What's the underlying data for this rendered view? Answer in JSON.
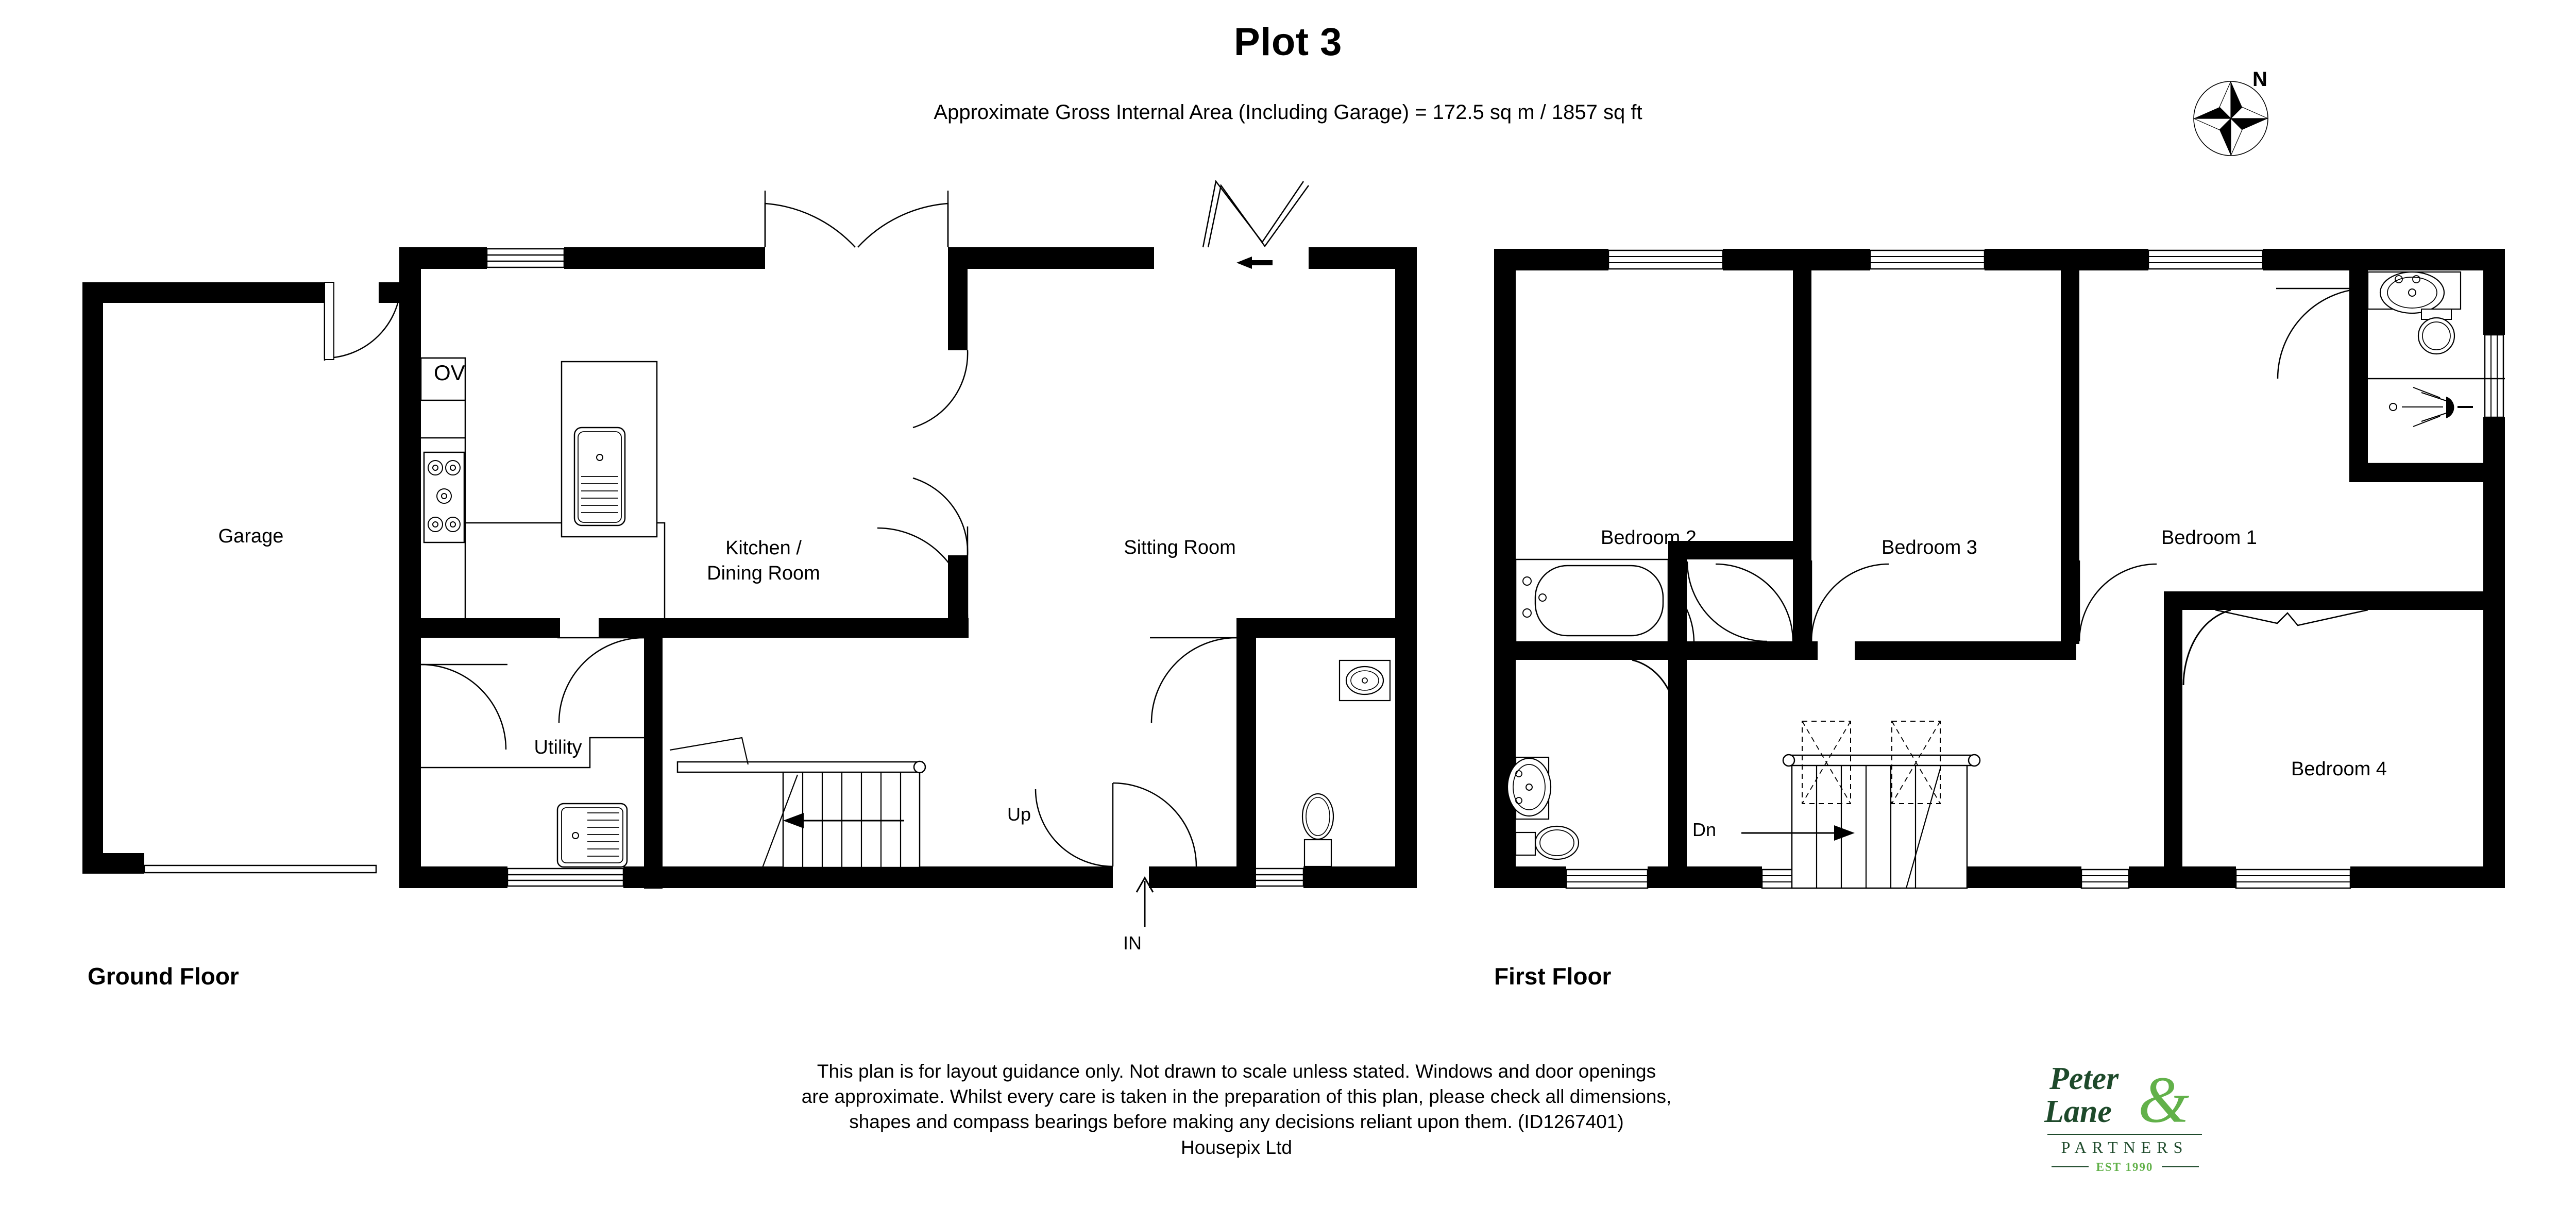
{
  "header": {
    "title": "Plot 3",
    "subtitle": "Approximate Gross Internal Area (Including Garage) = 172.5 sq m / 1857 sq ft"
  },
  "compass": {
    "north_label": "N",
    "icon": "compass-rose-icon"
  },
  "floors": [
    {
      "caption": "Ground Floor",
      "rooms": [
        {
          "name": "Garage",
          "label": "Garage"
        },
        {
          "name": "kitchen-dining-room",
          "label_line1": "Kitchen /",
          "label_line2": "Dining Room"
        },
        {
          "name": "sitting-room",
          "label": "Sitting Room"
        },
        {
          "name": "utility",
          "label": "Utility"
        }
      ],
      "annotations": [
        {
          "name": "oven-label",
          "label": "OV"
        },
        {
          "name": "stairs-up-label",
          "label": "Up"
        },
        {
          "name": "entrance-label",
          "label": "IN"
        }
      ]
    },
    {
      "caption": "First Floor",
      "rooms": [
        {
          "name": "bedroom-2",
          "label": "Bedroom 2"
        },
        {
          "name": "bedroom-3",
          "label": "Bedroom 3"
        },
        {
          "name": "bedroom-1",
          "label": "Bedroom 1"
        },
        {
          "name": "bedroom-4",
          "label": "Bedroom 4"
        }
      ],
      "annotations": [
        {
          "name": "stairs-down-label",
          "label": "Dn"
        }
      ]
    }
  ],
  "footer": {
    "disclaimer_lines": [
      "This plan is for layout guidance only. Not drawn to scale unless stated. Windows and door openings",
      "are approximate. Whilst every care is taken in the preparation of this plan, please check all dimensions,",
      "shapes and compass bearings before making any decisions reliant upon them. (ID1267401)",
      "Housepix Ltd"
    ]
  },
  "logo": {
    "line1": "Peter",
    "ampersand": "&",
    "line2": "Lane",
    "partners": "PARTNERS",
    "est": "EST 1990",
    "dark_green": "#1e4a2b",
    "light_green": "#62b14a"
  },
  "plan_labels": {
    "garage": "Garage",
    "kitchen_l1": "Kitchen /",
    "kitchen_l2": "Dining Room",
    "sitting_room": "Sitting Room",
    "utility": "Utility",
    "oven": "OV",
    "up": "Up",
    "in": "IN",
    "bedroom_2": "Bedroom 2",
    "bedroom_3": "Bedroom 3",
    "bedroom_1": "Bedroom 1",
    "bedroom_4": "Bedroom 4",
    "dn": "Dn"
  }
}
